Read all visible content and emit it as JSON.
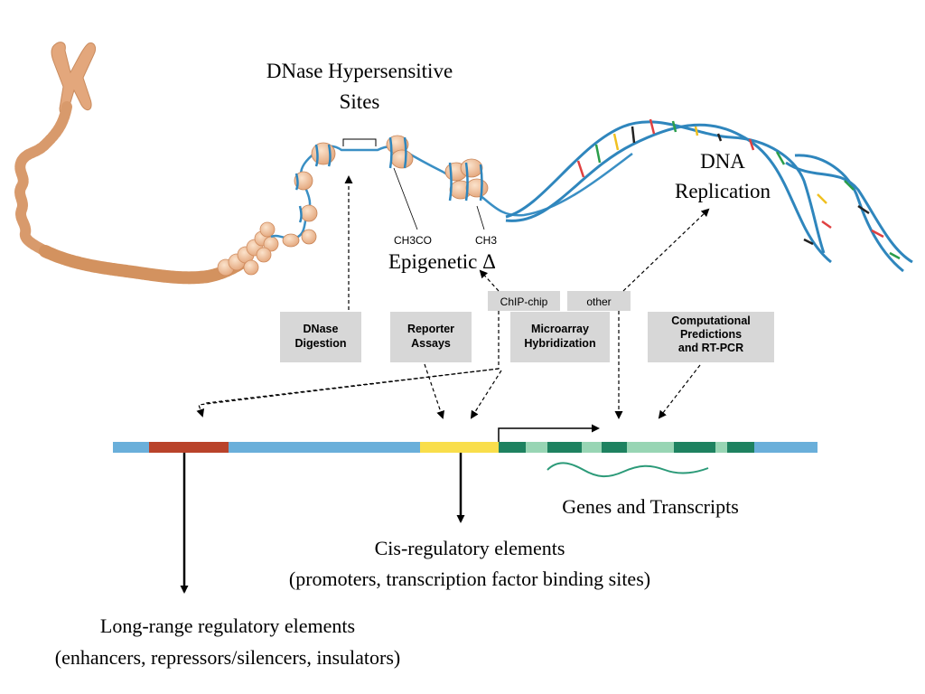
{
  "labels": {
    "dnase_sites_line1": "DNase Hypersensitive",
    "dnase_sites_line2": "Sites",
    "dna_replication_line1": "DNA",
    "dna_replication_line2": "Replication",
    "acetyl": "CH3CO",
    "methyl": "CH3",
    "epigenetic": "Epigenetic Δ",
    "genes_transcripts": "Genes and Transcripts",
    "cis_line1": "Cis-regulatory elements",
    "cis_line2": "(promoters, transcription factor binding sites)",
    "long_line1": "Long-range regulatory elements",
    "long_line2": "(enhancers, repressors/silencers, insulators)"
  },
  "methods": [
    {
      "id": "dnase",
      "line1": "DNase",
      "line2": "Digestion"
    },
    {
      "id": "reporter",
      "line1": "Reporter",
      "line2": "Assays"
    },
    {
      "id": "microarray",
      "line1": "Microarray",
      "line2": "Hybridization"
    },
    {
      "id": "computational",
      "line1": "Computational",
      "line2": "Predictions",
      "line3": "and RT-PCR"
    }
  ],
  "tags": {
    "chip": "ChIP-chip",
    "other": "other"
  },
  "colors": {
    "chromatin_line": "#3a8fc4",
    "nucleosome": "#f0c5a0",
    "chromosome": "#e0a77a",
    "dna_bar_blue": "#6aafda",
    "enhancer_red": "#b9432b",
    "promoter_yellow": "#f9de4b",
    "exon_dark": "#1e8260",
    "exon_light": "#98d5b4",
    "transcript": "#2b9a78",
    "method_box": "#d7d7d7"
  }
}
